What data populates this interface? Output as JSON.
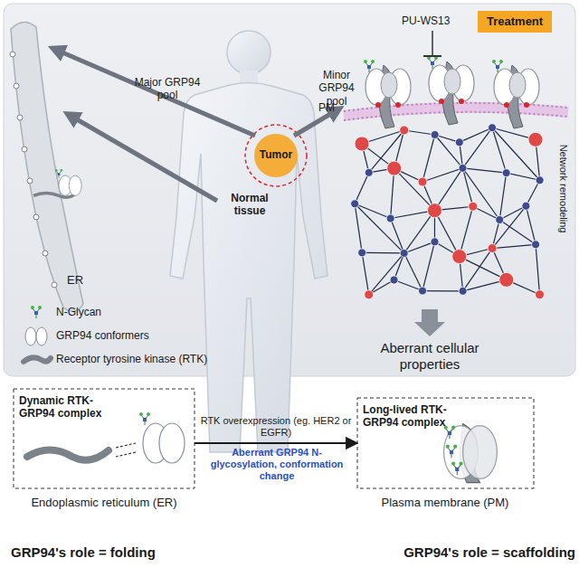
{
  "diagram": {
    "nodes": [
      {
        "text": [
          "Dynamic RTK-GRP94 complex"
        ]
      },
      {
        "text": [
          "Long-lived RTK-GRP94 complex"
        ]
      },
      {
        "text": [
          "Treatment"
        ]
      }
    ],
    "edges": [
      {
        "from": 0,
        "to": 1,
        "arrow": "to",
        "label": "RTK overexpression (eg. HER2 or EGFR)"
      }
    ],
    "labels": [
      "Major GRP94 pool",
      "Minor GRP94 pool",
      "PU-WS13",
      "PM",
      "Network remodeling",
      "Tumor",
      "Normal tissue",
      "ER",
      "Aberrant cellular properties",
      "Endoplasmic reticulum (ER)",
      "Aberrant GRP94 N-glycosylation, conformation change",
      "Plasma membrane (PM)",
      "GRP94's role = folding",
      "GRP94's role = scaffolding"
    ],
    "legend": [
      {
        "text": "N-Glycan"
      },
      {
        "text": "GRP94 conformers"
      },
      {
        "text": "Receptor tyrosine kinase (RTK)"
      }
    ]
  }
}
